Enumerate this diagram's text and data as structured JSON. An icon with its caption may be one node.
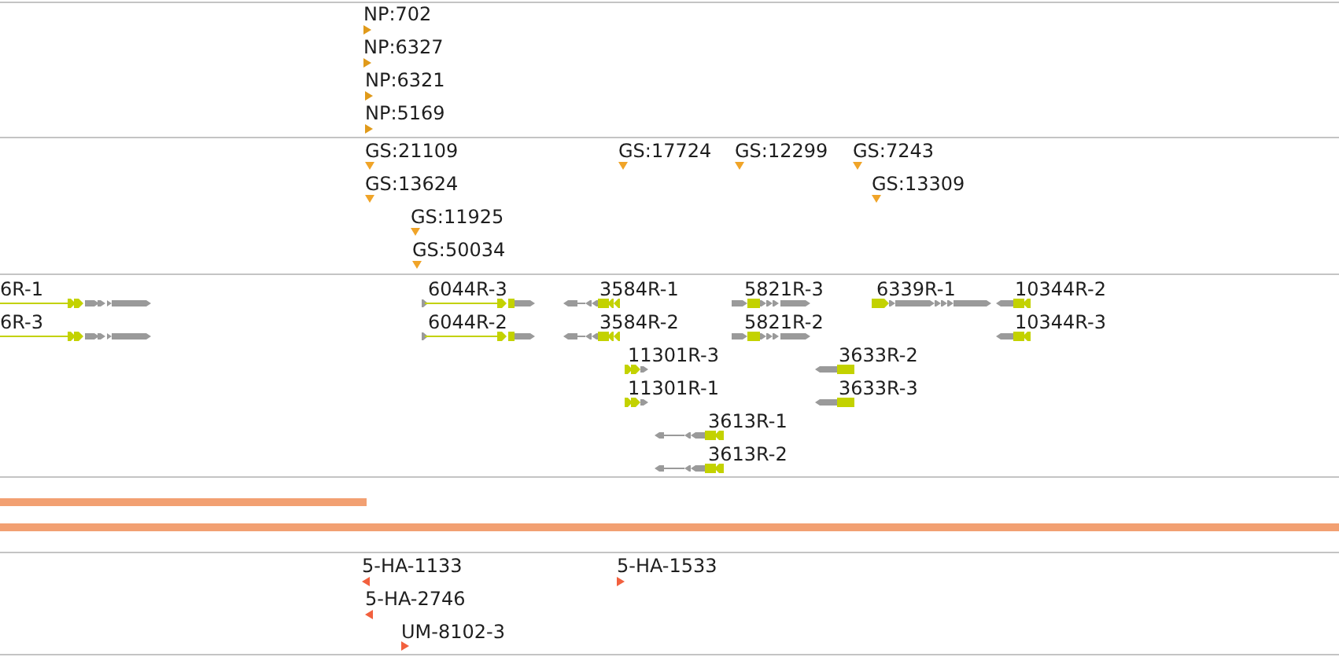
{
  "diagram": {
    "labels": [
      "NP:702",
      "NP:6327",
      "NP:6321",
      "NP:5169",
      "GS:21109",
      "GS:17724",
      "GS:12299",
      "GS:7243",
      "GS:13624",
      "GS:13309",
      "GS:11925",
      "GS:50034",
      "6R-1",
      "6044R-3",
      "3584R-1",
      "5821R-3",
      "6339R-1",
      "10344R-2",
      "6R-3",
      "6044R-2",
      "3584R-2",
      "5821R-2",
      "10344R-3",
      "11301R-3",
      "3633R-2",
      "11301R-1",
      "3633R-3",
      "3613R-1",
      "3613R-2",
      "5-HA-1133",
      "5-HA-1533",
      "5-HA-2746",
      "UM-8102-3"
    ]
  }
}
